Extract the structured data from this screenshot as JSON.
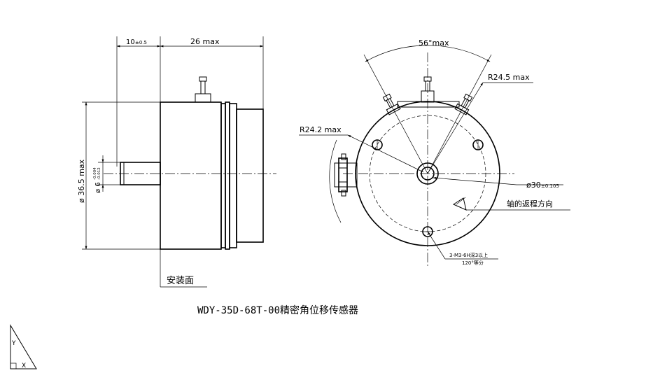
{
  "drawing": {
    "title": "WDY-35D-68T-00精密角位移传感器",
    "side_view": {
      "dim_offset": "10",
      "dim_offset_tol": "±0.5",
      "dim_length": "26 max",
      "dim_body_dia": "ø 36.5 max",
      "dim_shaft_dia": "ø 6",
      "dim_shaft_tol_upper": "-0.004",
      "dim_shaft_tol_lower": "-0.012",
      "mount_face_label": "安装面"
    },
    "front_view": {
      "dim_angle": "56°max",
      "dim_radius_outer": "R24.5 max",
      "dim_radius_inner": "R24.2 max",
      "dim_pilot_dia": "ø30",
      "dim_pilot_tol": "±0.105",
      "rotation_label": "轴的返程方向",
      "holes_line1": "3-M3-6H深3以上",
      "holes_line2": "120°等分"
    },
    "ucs_icon": {
      "axis_y": "Y",
      "axis_x": "X"
    }
  }
}
